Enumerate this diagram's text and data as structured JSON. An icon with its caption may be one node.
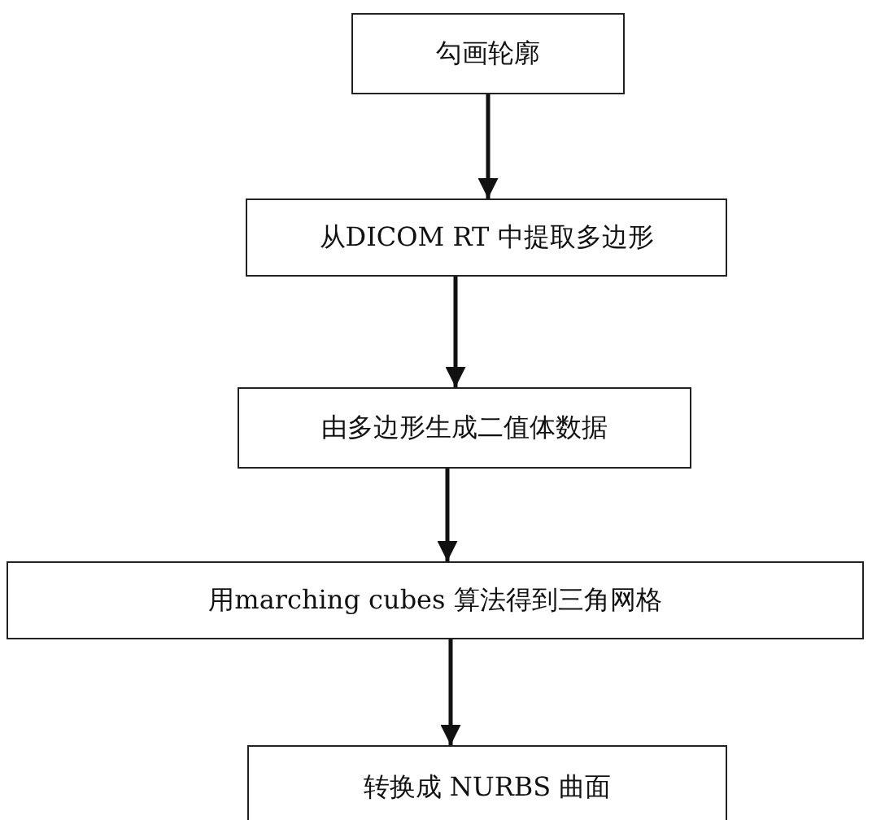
{
  "diagram": {
    "nodes": [
      {
        "text": [
          "勾画轮廓"
        ]
      },
      {
        "text": [
          "从DICOM RT 中提取多边形"
        ]
      },
      {
        "text": [
          "由多边形生成二值体数据"
        ]
      },
      {
        "text": [
          "用marching cubes 算法得到三角网格"
        ]
      },
      {
        "text": [
          "转换成 NURBS 曲面"
        ]
      }
    ],
    "edges": [
      {
        "from": 0,
        "to": 1,
        "arrow": "to"
      },
      {
        "from": 1,
        "to": 2,
        "arrow": "to"
      },
      {
        "from": 2,
        "to": 3,
        "arrow": "to"
      },
      {
        "from": 3,
        "to": 4,
        "arrow": "to"
      }
    ]
  }
}
